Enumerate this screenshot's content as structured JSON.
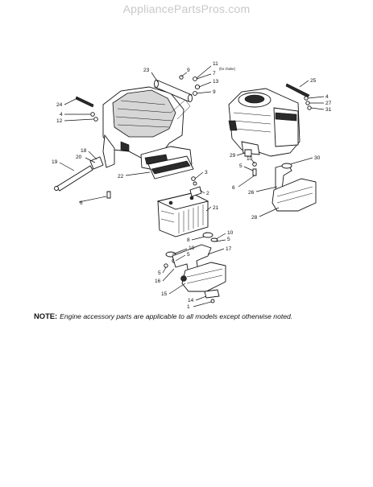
{
  "watermark": "AppliancePartsPros.com",
  "note": {
    "label": "NOTE:",
    "text": "Engine accessory parts are applicable to all models except otherwise noted."
  },
  "callouts": {
    "c23": "23",
    "c9a": "9",
    "c11": "11",
    "c11note": "(for choke)",
    "c7": "7",
    "c13": "13",
    "c9b": "9",
    "c24": "24",
    "c4a": "4",
    "c12": "12",
    "c25": "25",
    "c4b": "4",
    "c27": "27",
    "c31": "31",
    "c18": "18",
    "c20": "20",
    "c19": "19",
    "c29": "29",
    "c30": "30",
    "c22": "22",
    "c3": "3",
    "c10a": "10",
    "c5a": "5",
    "c6a": "6",
    "c6b": "6",
    "c26": "26",
    "c2": "2",
    "c21": "21",
    "c28": "28",
    "c10b": "10",
    "c5b": "5",
    "c8": "8",
    "c10c": "10",
    "c5c": "5",
    "c17": "17",
    "c5d": "5",
    "c16": "16",
    "c15": "15",
    "c14": "14",
    "c1": "1"
  }
}
